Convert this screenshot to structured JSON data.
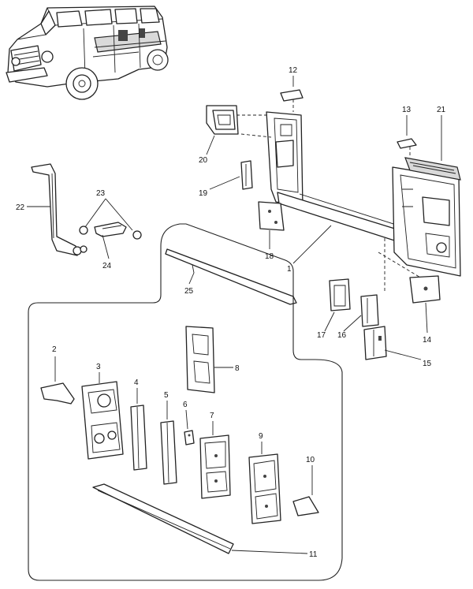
{
  "diagram": {
    "callouts": [
      {
        "id": "c1",
        "text": "1"
      },
      {
        "id": "c2",
        "text": "2"
      },
      {
        "id": "c3",
        "text": "3"
      },
      {
        "id": "c4",
        "text": "4"
      },
      {
        "id": "c5",
        "text": "5"
      },
      {
        "id": "c6",
        "text": "6"
      },
      {
        "id": "c7",
        "text": "7"
      },
      {
        "id": "c8",
        "text": "8"
      },
      {
        "id": "c9",
        "text": "9"
      },
      {
        "id": "c10",
        "text": "10"
      },
      {
        "id": "c11",
        "text": "11"
      },
      {
        "id": "c12",
        "text": "12"
      },
      {
        "id": "c13",
        "text": "13"
      },
      {
        "id": "c14",
        "text": "14"
      },
      {
        "id": "c15",
        "text": "15"
      },
      {
        "id": "c16",
        "text": "16"
      },
      {
        "id": "c17",
        "text": "17"
      },
      {
        "id": "c18",
        "text": "18"
      },
      {
        "id": "c19",
        "text": "19"
      },
      {
        "id": "c20",
        "text": "20"
      },
      {
        "id": "c21",
        "text": "21"
      },
      {
        "id": "c22",
        "text": "22"
      },
      {
        "id": "c23",
        "text": "23"
      },
      {
        "id": "c24",
        "text": "24"
      },
      {
        "id": "c25",
        "text": "25"
      }
    ]
  }
}
